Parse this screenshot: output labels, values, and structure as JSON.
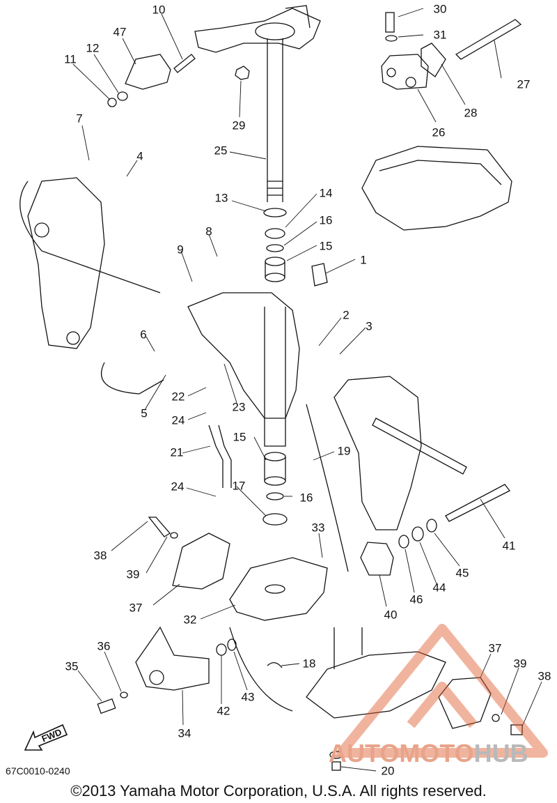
{
  "part_numbers": [
    "10",
    "47",
    "12",
    "11",
    "7",
    "4",
    "30",
    "31",
    "27",
    "28",
    "26",
    "29",
    "25",
    "13",
    "14",
    "16",
    "15",
    "1",
    "8",
    "9",
    "2",
    "3",
    "6",
    "5",
    "22",
    "23",
    "24",
    "21",
    "15",
    "19",
    "17",
    "16",
    "24",
    "38",
    "39",
    "37",
    "33",
    "32",
    "40",
    "46",
    "44",
    "45",
    "41",
    "36",
    "35",
    "42",
    "43",
    "18",
    "34",
    "37",
    "39",
    "38",
    "20"
  ],
  "diagram_code": "67C0010-0240",
  "copyright": "©2013 Yamaha Motor Corporation, U.S.A. All rights reserved.",
  "fwd_label": "FWD",
  "watermark": {
    "part1": "AUTOMOTO",
    "part2": "HUB",
    "accent": "#e05a2b",
    "gray": "#8c8c8c"
  }
}
